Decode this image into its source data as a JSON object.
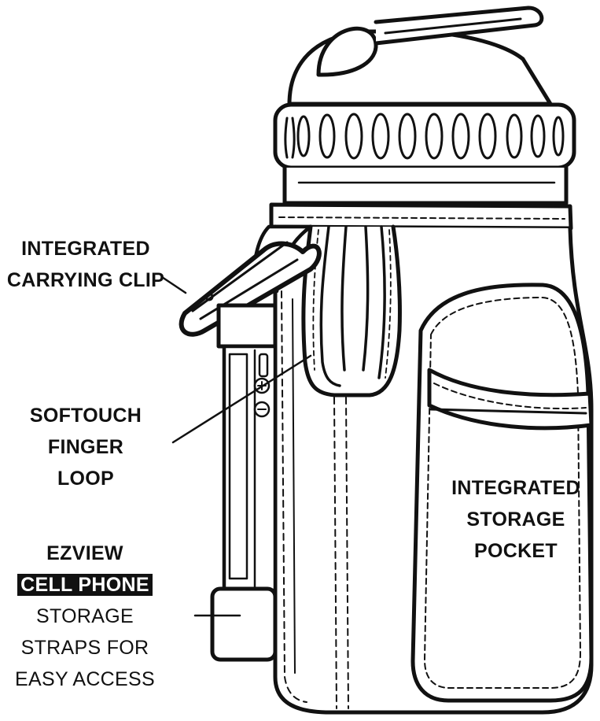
{
  "labels": {
    "carrying_clip": [
      "INTEGRATED",
      "CARRYING CLIP"
    ],
    "finger_loop": [
      "SOFTOUCH",
      "FINGER",
      "LOOP"
    ],
    "storage_pocket": [
      "INTEGRATED",
      "STORAGE",
      "POCKET"
    ],
    "cell_phone": {
      "line1": "EZVIEW",
      "highlight": "CELL PHONE",
      "line3": "STORAGE",
      "line4": "STRAPS FOR",
      "line5": "EASY ACCESS"
    }
  },
  "colors": {
    "ink": "#111111",
    "background": "#ffffff",
    "highlight_bg": "#111111",
    "highlight_text": "#ffffff"
  }
}
